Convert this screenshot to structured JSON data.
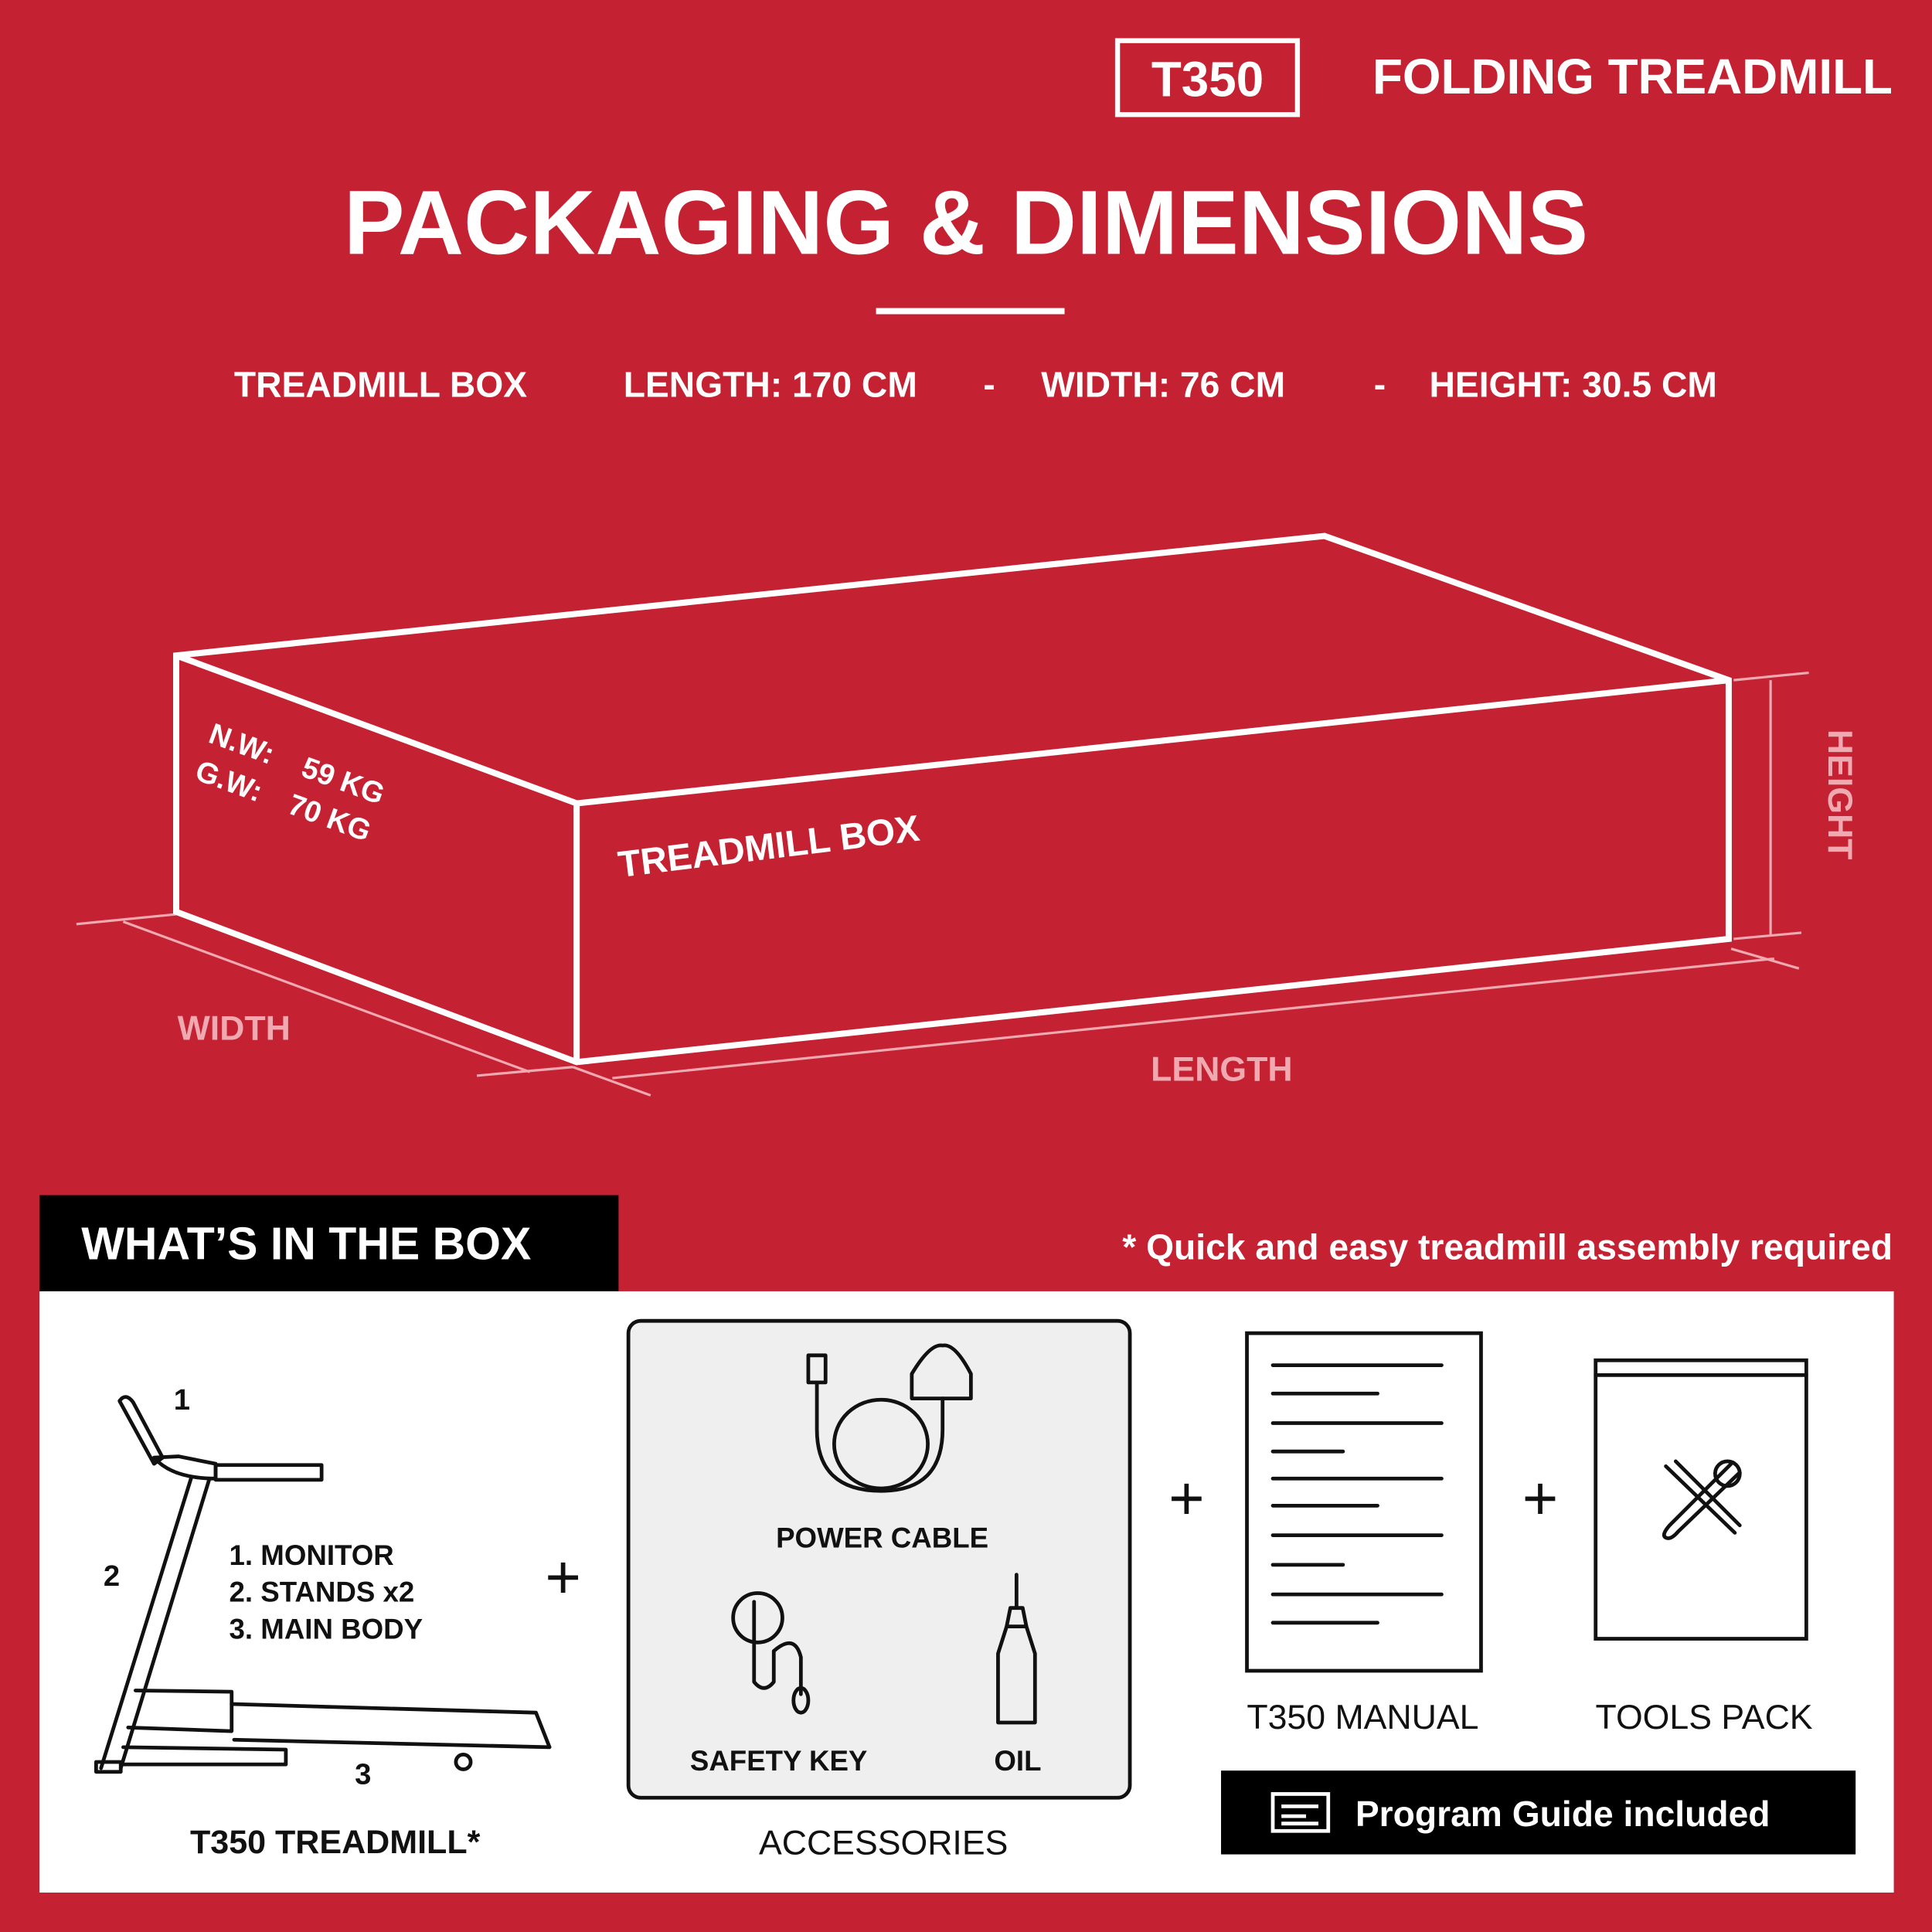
{
  "header": {
    "model_badge": "T350",
    "product_title": "FOLDING TREADMILL"
  },
  "title": "PACKAGING & DIMENSIONS",
  "specs": {
    "label": "TREADMILL BOX",
    "length": "LENGTH: 170 CM",
    "width": "WIDTH: 76 CM",
    "height": "HEIGHT: 30.5 CM",
    "separator": "-"
  },
  "box_diagram": {
    "net_weight_label": "N.W:",
    "net_weight": "59 KG",
    "gross_weight_label": "G.W:",
    "gross_weight": "70 KG",
    "box_label": "TREADMILL BOX",
    "width_label": "WIDTH",
    "length_label": "LENGTH",
    "height_label": "HEIGHT"
  },
  "contents": {
    "heading": "WHAT’S IN THE BOX",
    "note": "* Quick and easy treadmill assembly required",
    "treadmill": {
      "caption": "T350 TREADMILL*",
      "callouts": [
        "1",
        "2",
        "3"
      ],
      "parts": [
        "1. MONITOR",
        "2. STANDS x2",
        "3. MAIN BODY"
      ]
    },
    "accessories": {
      "caption": "ACCESSORIES",
      "items": [
        "POWER CABLE",
        "SAFETY KEY",
        "OIL"
      ]
    },
    "manual": {
      "caption": "T350 MANUAL"
    },
    "tools": {
      "caption": "TOOLS PACK"
    },
    "program_guide": "Program Guide included",
    "plus": "+"
  },
  "colors": {
    "brand_red": "#c42233",
    "black": "#000000",
    "white": "#ffffff"
  }
}
